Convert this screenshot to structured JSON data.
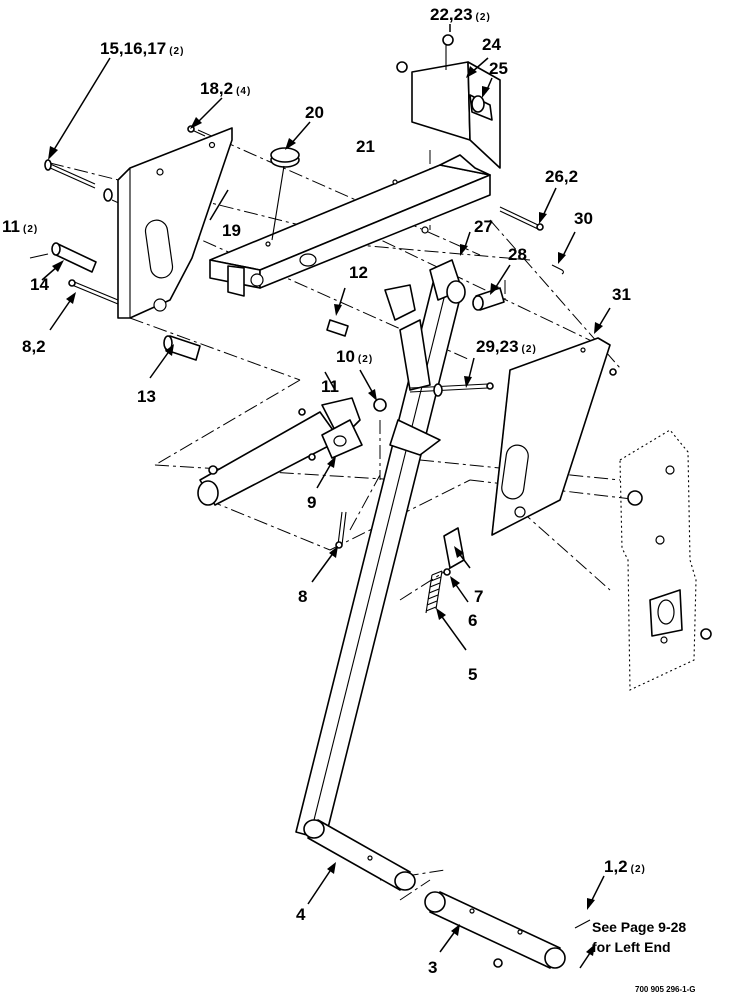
{
  "callouts": [
    {
      "id": "c15",
      "text": "15,16,17",
      "qty": "(2)"
    },
    {
      "id": "c18",
      "text": "18,2",
      "qty": "(4)"
    },
    {
      "id": "c20",
      "text": "20",
      "qty": ""
    },
    {
      "id": "c21",
      "text": "21",
      "qty": ""
    },
    {
      "id": "c22",
      "text": "22,23",
      "qty": "(2)"
    },
    {
      "id": "c24",
      "text": "24",
      "qty": ""
    },
    {
      "id": "c25",
      "text": "25",
      "qty": ""
    },
    {
      "id": "c26",
      "text": "26,2",
      "qty": ""
    },
    {
      "id": "c19",
      "text": "19",
      "qty": ""
    },
    {
      "id": "c11a",
      "text": "11",
      "qty": "(2)"
    },
    {
      "id": "c14",
      "text": "14",
      "qty": ""
    },
    {
      "id": "c8a",
      "text": "8,2",
      "qty": ""
    },
    {
      "id": "c27",
      "text": "27",
      "qty": ""
    },
    {
      "id": "c30",
      "text": "30",
      "qty": ""
    },
    {
      "id": "c28",
      "text": "28",
      "qty": ""
    },
    {
      "id": "c12",
      "text": "12",
      "qty": ""
    },
    {
      "id": "c31",
      "text": "31",
      "qty": ""
    },
    {
      "id": "c10",
      "text": "10",
      "qty": "(2)"
    },
    {
      "id": "c29",
      "text": "29,23",
      "qty": "(2)"
    },
    {
      "id": "c13",
      "text": "13",
      "qty": ""
    },
    {
      "id": "c11b",
      "text": "11",
      "qty": ""
    },
    {
      "id": "c9",
      "text": "9",
      "qty": ""
    },
    {
      "id": "c7",
      "text": "7",
      "qty": ""
    },
    {
      "id": "c6",
      "text": "6",
      "qty": ""
    },
    {
      "id": "c8b",
      "text": "8",
      "qty": ""
    },
    {
      "id": "c5",
      "text": "5",
      "qty": ""
    },
    {
      "id": "c4",
      "text": "4",
      "qty": ""
    },
    {
      "id": "c1",
      "text": "1,2",
      "qty": "(2)"
    },
    {
      "id": "c3",
      "text": "3",
      "qty": ""
    }
  ],
  "note": {
    "line1": "See Page 9-28",
    "line2": "for Left End"
  },
  "drawing_code": "700 905 296-1-G"
}
